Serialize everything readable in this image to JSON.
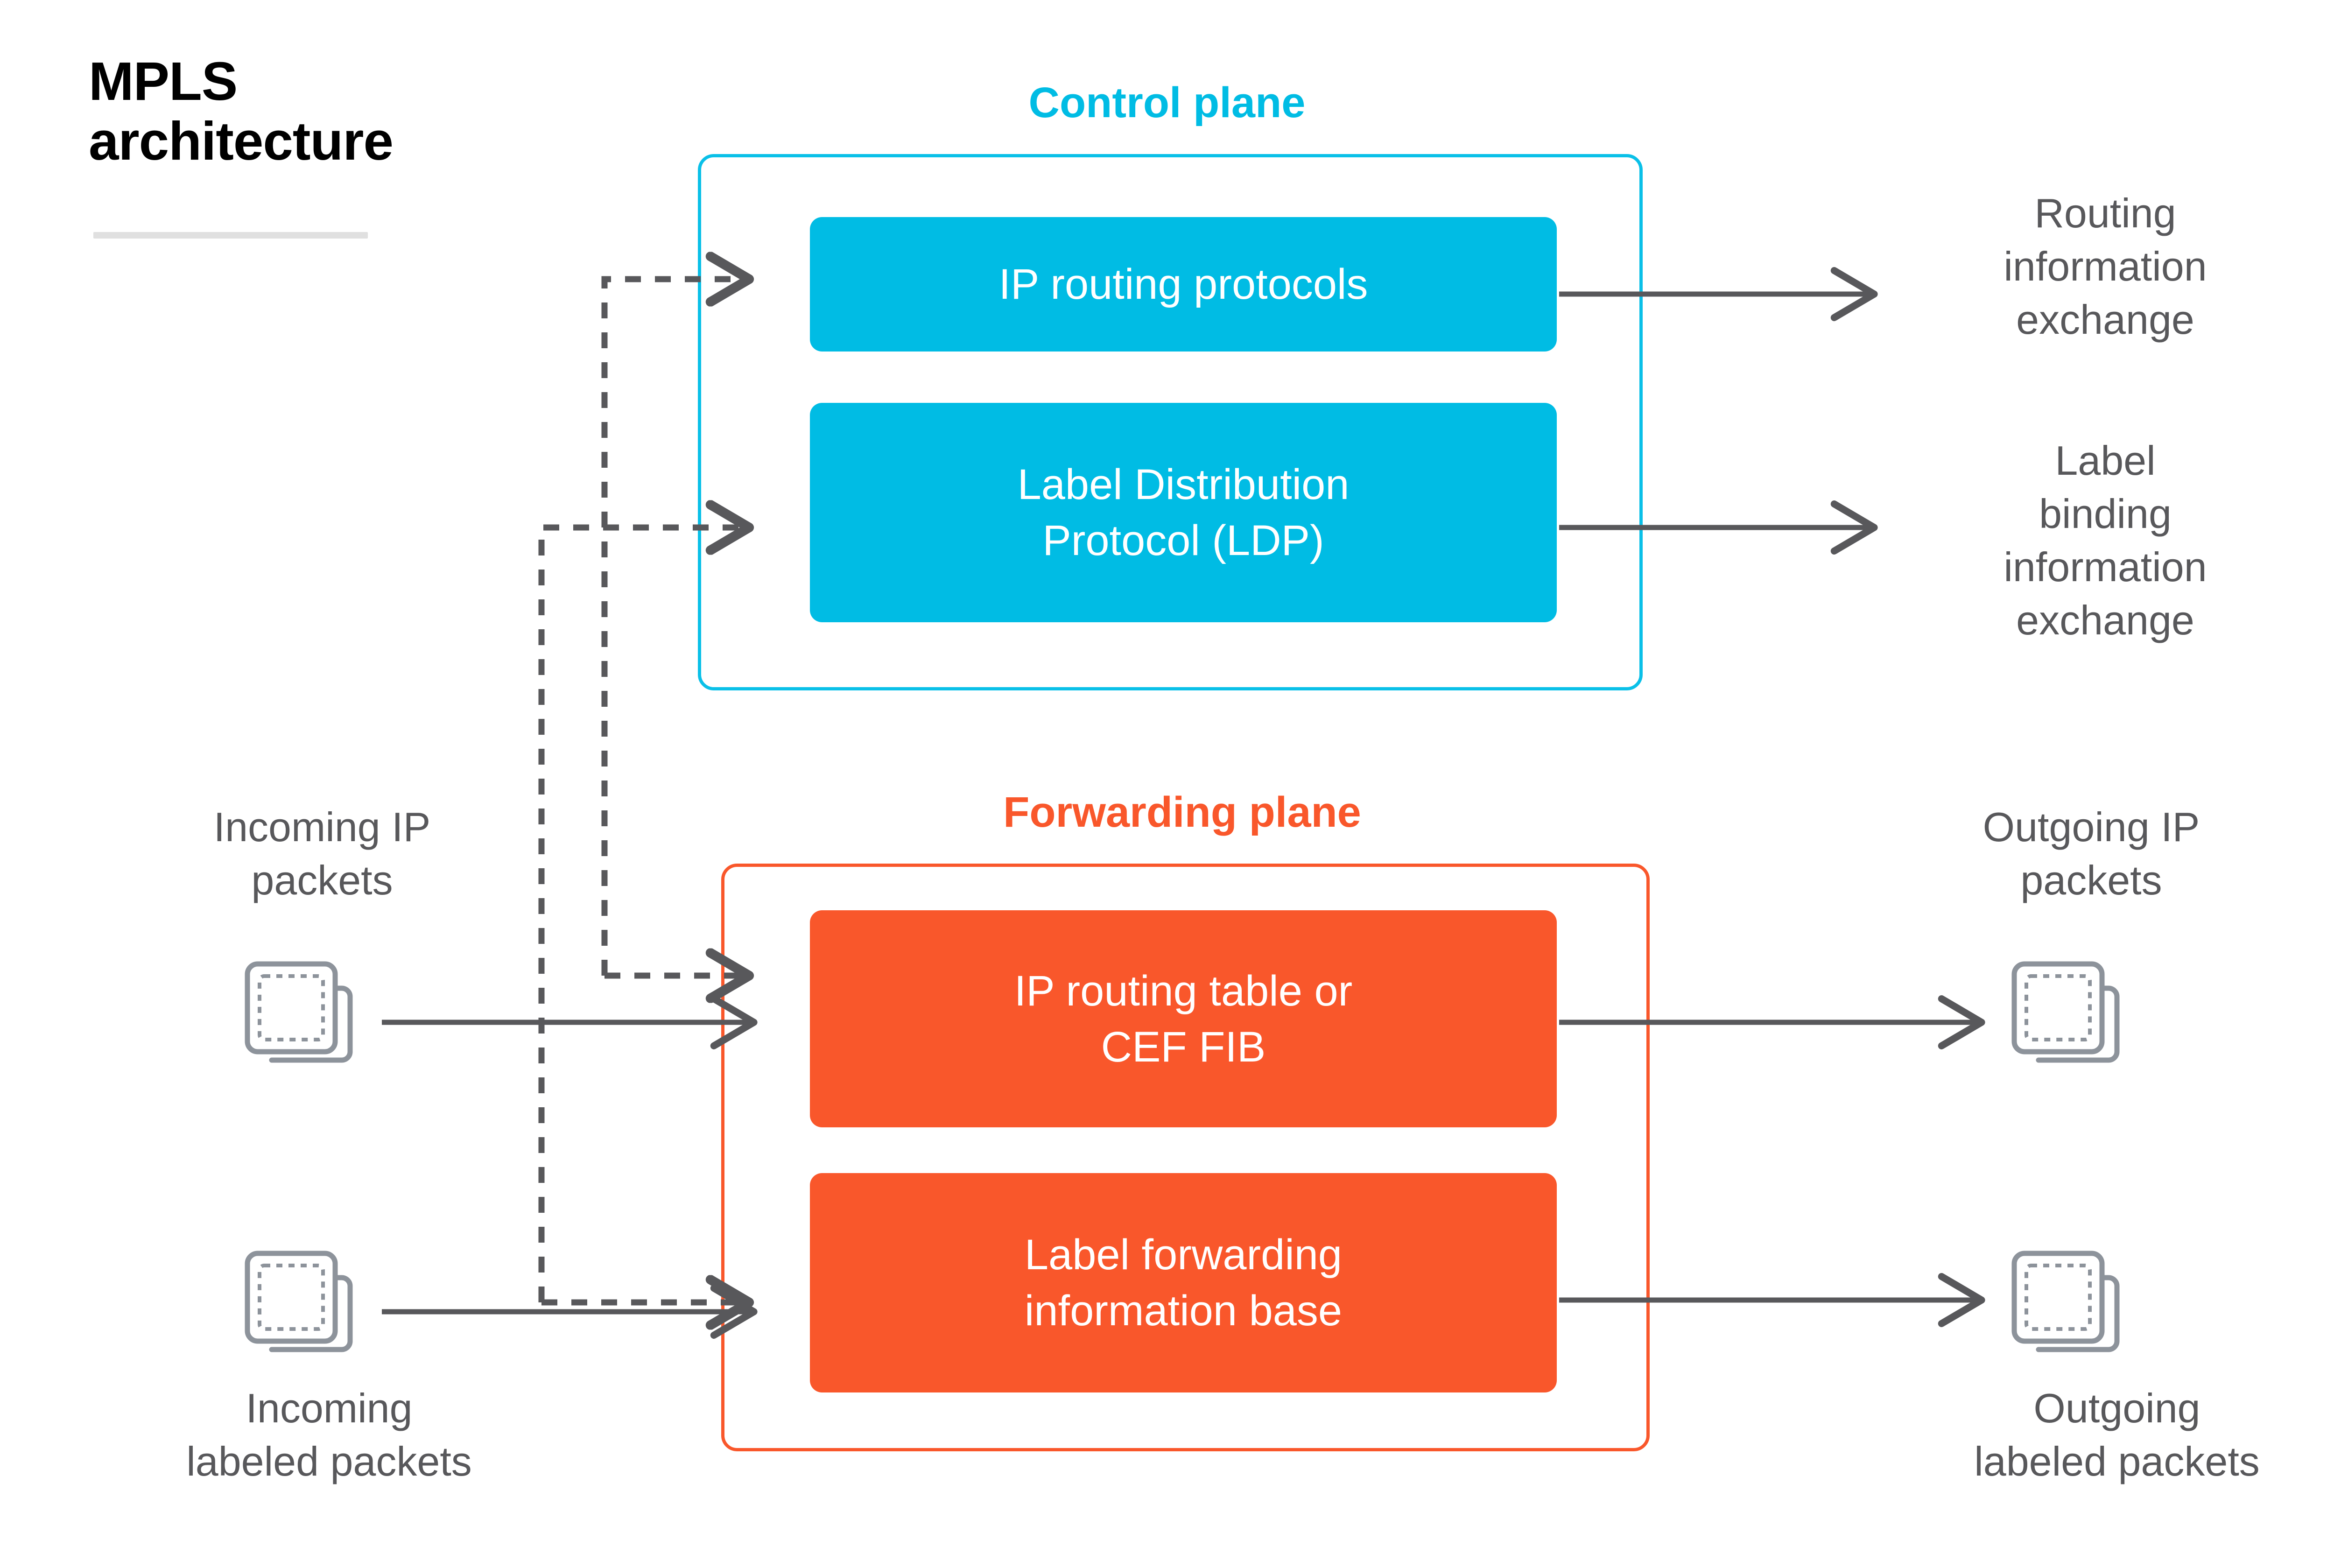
{
  "title": {
    "line1": "MPLS",
    "line2": "architecture"
  },
  "planes": {
    "control": {
      "header": "Control plane",
      "color": "#00bce4",
      "nodes": [
        {
          "id": "ip-routing-protocols",
          "label": "IP routing protocols"
        },
        {
          "id": "label-distribution-protocol",
          "label": "Label Distribution\nProtocol (LDP)"
        }
      ]
    },
    "forwarding": {
      "header": "Forwarding plane",
      "color": "#f9572b",
      "nodes": [
        {
          "id": "ip-routing-table-cef-fib",
          "label": "IP routing table or\nCEF FIB"
        },
        {
          "id": "label-forwarding-information-base",
          "label": "Label forwarding\ninformation base"
        }
      ]
    }
  },
  "labels": {
    "routing_information_exchange": "Routing\ninformation\nexchange",
    "label_binding_information_exchange": "Label\nbinding\ninformation\nexchange",
    "incoming_ip_packets": "Incoming IP\npackets",
    "outgoing_ip_packets": "Outgoing IP\npackets",
    "incoming_labeled_packets": "Incoming\nlabeled packets",
    "outgoing_labeled_packets": "Outgoing\nlabeled packets"
  },
  "icons": {
    "packet_stack": "packet-stack-icon"
  },
  "colors": {
    "cyan": "#00bce4",
    "orange": "#f9572b",
    "text_gray": "#58585b",
    "wire_gray": "#58585b",
    "rule_gray": "#e0e0e0",
    "packet_gray": "#8d939b",
    "background": "#ffffff"
  }
}
